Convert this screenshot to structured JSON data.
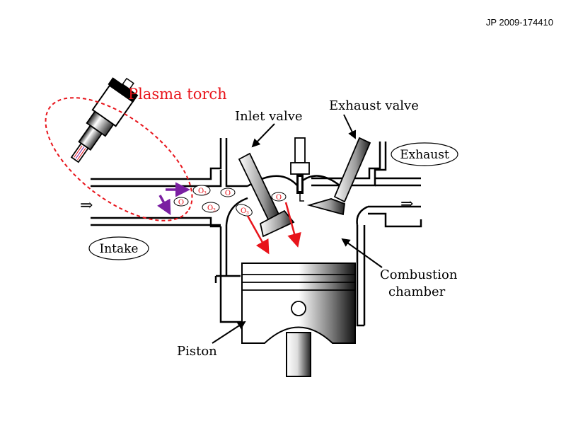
{
  "patent_number": "JP 2009-174410",
  "labels": {
    "plasma_torch": "Plasma torch",
    "inlet_valve": "Inlet valve",
    "exhaust_valve": "Exhaust valve",
    "exhaust": "Exhaust",
    "intake": "Intake",
    "combustion_chamber_line1": "Combustion",
    "combustion_chamber_line2": "chamber",
    "piston": "Piston"
  },
  "species": {
    "o3": "O",
    "o3_sub": "3",
    "o": "O"
  },
  "colors": {
    "plasma_label": "#e8141b",
    "torch_outline": "#e8141b",
    "radical_arrow": "#7a1fa2",
    "flow_arrow": "#e8141b",
    "line": "#000000"
  }
}
